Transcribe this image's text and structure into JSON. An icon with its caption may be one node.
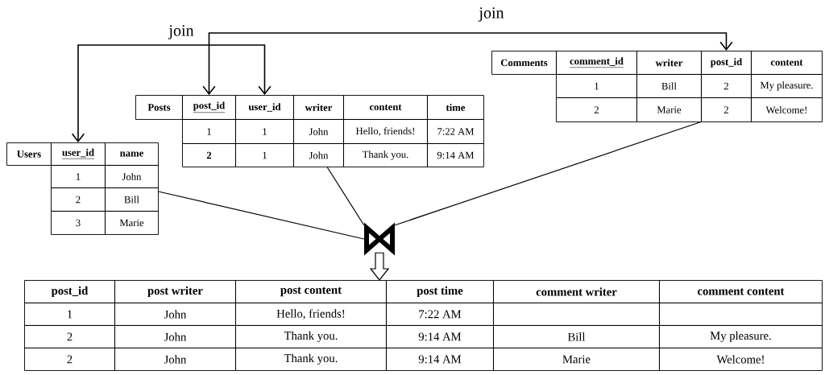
{
  "diagram": {
    "nodes": [
      {
        "text": [
          "Users",
          "name",
          "1",
          "John",
          "2",
          "Bill",
          "3",
          "Marie"
        ]
      },
      {
        "text": [
          "user_id"
        ],
        "in": 0
      },
      {
        "text": [
          "Posts",
          "writer",
          "content",
          "time",
          "1",
          "1",
          "John",
          "Hello, friends!",
          "7:22 AM",
          "2",
          "1",
          "John",
          "Thank you.",
          "9:14 AM"
        ]
      },
      {
        "text": [
          "post_id"
        ],
        "in": 2
      },
      {
        "text": [
          "user_id"
        ],
        "in": 2
      },
      {
        "text": [
          "Comments",
          "comment_id",
          "writer",
          "content",
          "1",
          "Bill",
          "2",
          "My pleasure.",
          "2",
          "Marie",
          "2",
          "Welcome!"
        ]
      },
      {
        "text": [
          "post_id"
        ],
        "in": 5
      },
      {
        "text": [],
        "shape": "bowtie"
      },
      {
        "text": [
          "post_id",
          "post writer",
          "post content",
          "post time",
          "comment writer",
          "comment content",
          "1",
          "John",
          "Hello, friends!",
          "7:22 AM",
          "2",
          "John",
          "Thank you.",
          "9:14 AM",
          "Bill",
          "My pleasure.",
          "2",
          "John",
          "Thank you.",
          "9:14 AM",
          "Marie",
          "Welcome!"
        ]
      }
    ],
    "edges": [
      {
        "from": 1,
        "to": 4,
        "arrow": "both",
        "label": "join"
      },
      {
        "from": 3,
        "to": 6,
        "arrow": "both",
        "label": "join"
      },
      {
        "from": 0,
        "to": 7,
        "arrow": "none"
      },
      {
        "from": 2,
        "to": 7,
        "arrow": "none"
      },
      {
        "from": 5,
        "to": 7,
        "arrow": "none"
      },
      {
        "from": 7,
        "to": 8,
        "arrow": "to"
      }
    ]
  }
}
